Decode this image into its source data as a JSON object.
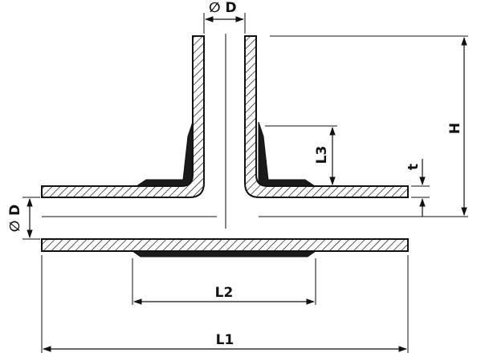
{
  "labels": {
    "branch_diameter": "∅ D",
    "run_diameter": "∅ D",
    "height": "H",
    "socket_length": "L3",
    "wall_thickness": "t",
    "weld_length": "L2",
    "total_length": "L1"
  },
  "colors": {
    "line": "#111111",
    "weld_fill": "#1a1a1a",
    "background": "#ffffff"
  }
}
